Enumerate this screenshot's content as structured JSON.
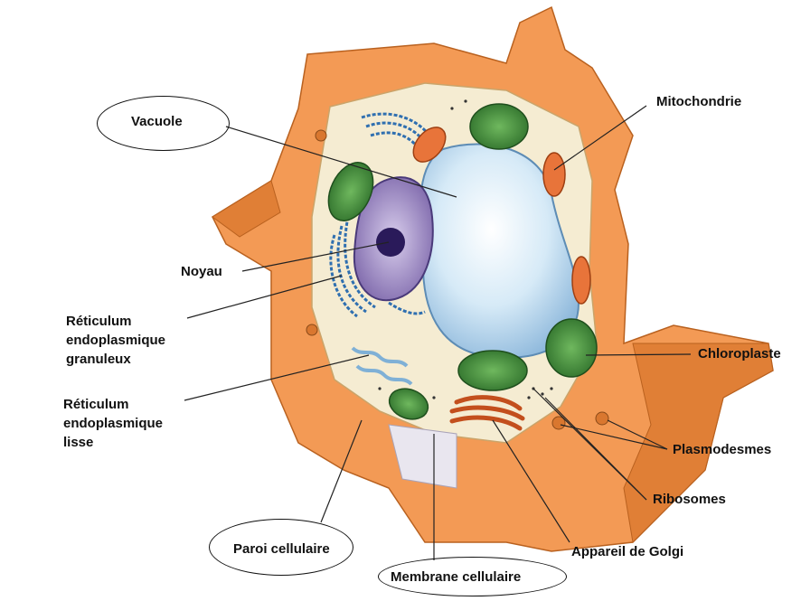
{
  "diagram": {
    "labels": {
      "vacuole": "Vacuole",
      "mitochondrie": "Mitochondrie",
      "noyau": "Noyau",
      "reg_line1": "Réticulum",
      "reg_line2": "endoplasmique",
      "reg_line3": "granuleux",
      "chloroplaste": "Chloroplaste",
      "rel_line1": "Réticulum",
      "rel_line2": "endoplasmique",
      "rel_line3": "lisse",
      "plasmodesmes": "Plasmodesmes",
      "ribosomes": "Ribosomes",
      "paroi": "Paroi cellulaire",
      "golgi": "Appareil de Golgi",
      "membrane": "Membrane cellulaire"
    },
    "colors": {
      "cell_wall": "#f39a55",
      "cell_wall_dark": "#d9772f",
      "cell_wall_light": "#f8b87f",
      "cytoplasm": "#f4ecd6",
      "vacuole": "#c9e2f2",
      "nucleus": "#a898c8",
      "nucleolus": "#2a1a5a",
      "chloroplast": "#3f8f36",
      "mitochondria": "#e8743a",
      "er": "#2f6fb0",
      "golgi": "#d95f2a"
    },
    "icons": [
      "cell-diagram-icon"
    ]
  }
}
